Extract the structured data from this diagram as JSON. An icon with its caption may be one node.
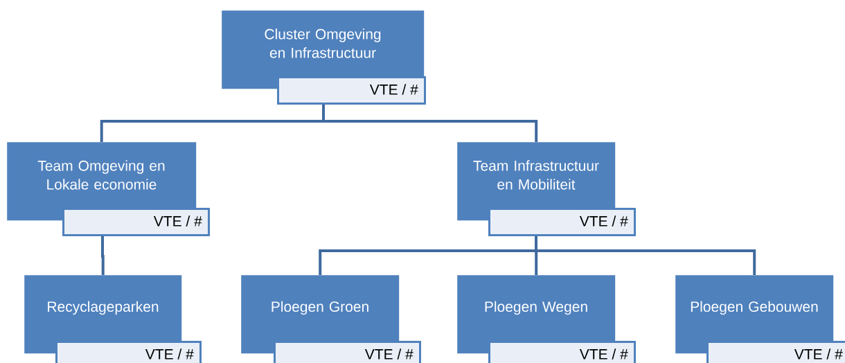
{
  "diagram": {
    "nodes": [
      {
        "text": [
          "Cluster Omgeving en Infrastructuur",
          "VTE / #"
        ]
      },
      {
        "text": [
          "Team Omgeving en Lokale economie",
          "VTE / #"
        ]
      },
      {
        "text": [
          "Team Infrastructuur en Mobiliteit",
          "VTE / #"
        ]
      },
      {
        "text": [
          "Recyclageparken",
          "VTE / #"
        ]
      },
      {
        "text": [
          "Ploegen Groen",
          "VTE / #"
        ]
      },
      {
        "text": [
          "Ploegen Wegen",
          "VTE / #"
        ]
      },
      {
        "text": [
          "Ploegen Gebouwen",
          "VTE / #"
        ]
      }
    ],
    "edges": [
      {
        "from": 0,
        "to": 1,
        "arrow": "none"
      },
      {
        "from": 0,
        "to": 2,
        "arrow": "none"
      },
      {
        "from": 1,
        "to": 3,
        "arrow": "none"
      },
      {
        "from": 2,
        "to": 4,
        "arrow": "none"
      },
      {
        "from": 2,
        "to": 5,
        "arrow": "none"
      },
      {
        "from": 2,
        "to": 6,
        "arrow": "none"
      }
    ]
  }
}
